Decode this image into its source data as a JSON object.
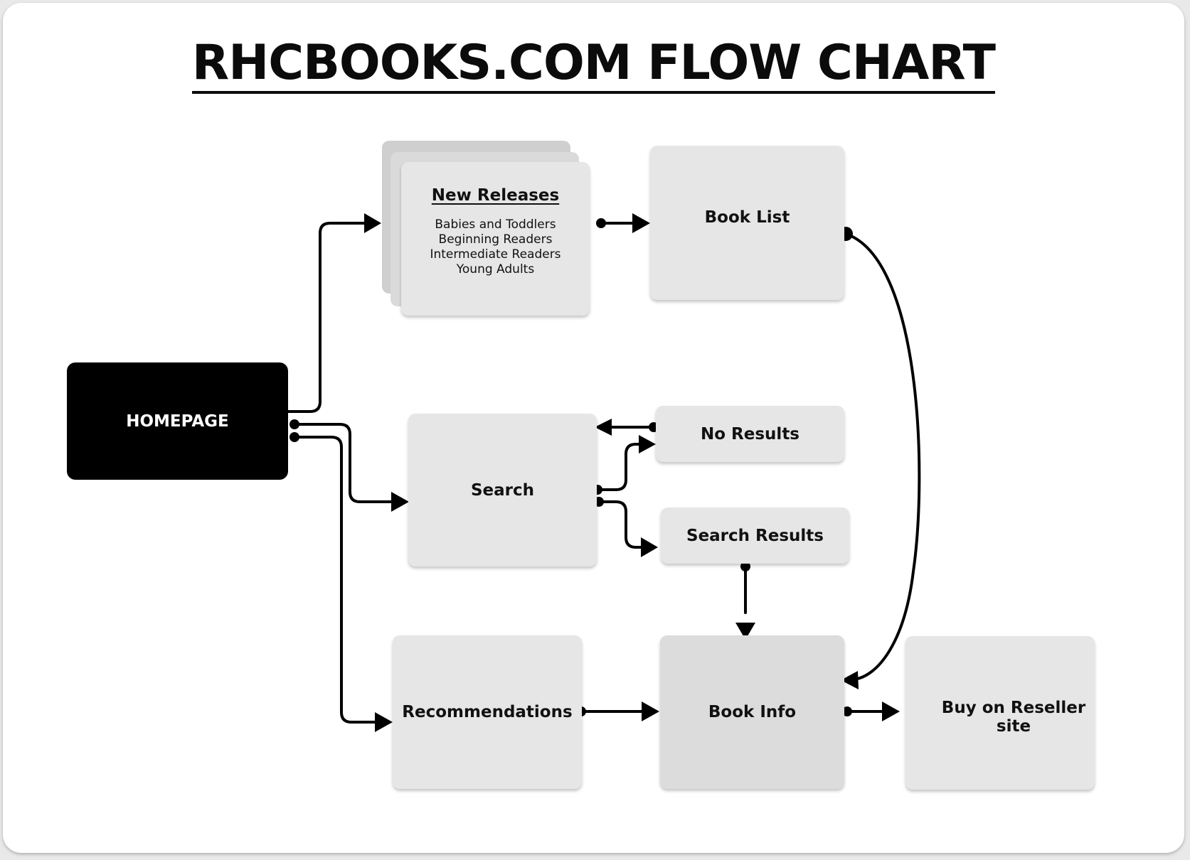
{
  "title": "RHCBOOKS.COM FLOW CHART",
  "nodes": {
    "homepage": "HOMEPAGE",
    "new_releases": {
      "title": "New Releases",
      "items": [
        "Babies and Toddlers",
        "Beginning Readers",
        "Intermediate Readers",
        "Young Adults"
      ]
    },
    "book_list": "Book List",
    "search": "Search",
    "no_results": "No Results",
    "search_results": "Search Results",
    "recommendations": "Recommendations",
    "book_info": "Book Info",
    "buy": "Buy on Reseller site"
  },
  "edges": [
    {
      "from": "HOMEPAGE",
      "to": "New Releases"
    },
    {
      "from": "HOMEPAGE",
      "to": "Search"
    },
    {
      "from": "HOMEPAGE",
      "to": "Recommendations"
    },
    {
      "from": "New Releases",
      "to": "Book List"
    },
    {
      "from": "Book List",
      "to": "Book Info"
    },
    {
      "from": "Search",
      "to": "No Results"
    },
    {
      "from": "No Results",
      "to": "Search"
    },
    {
      "from": "Search",
      "to": "Search Results"
    },
    {
      "from": "Search Results",
      "to": "Book Info"
    },
    {
      "from": "Recommendations",
      "to": "Book Info"
    },
    {
      "from": "Book Info",
      "to": "Buy on Reseller site"
    }
  ],
  "colors": {
    "homepage_fill": "#000000",
    "node_fill": "#e6e6e6",
    "book_info_fill": "#dcdcdc",
    "connector": "#000000"
  }
}
